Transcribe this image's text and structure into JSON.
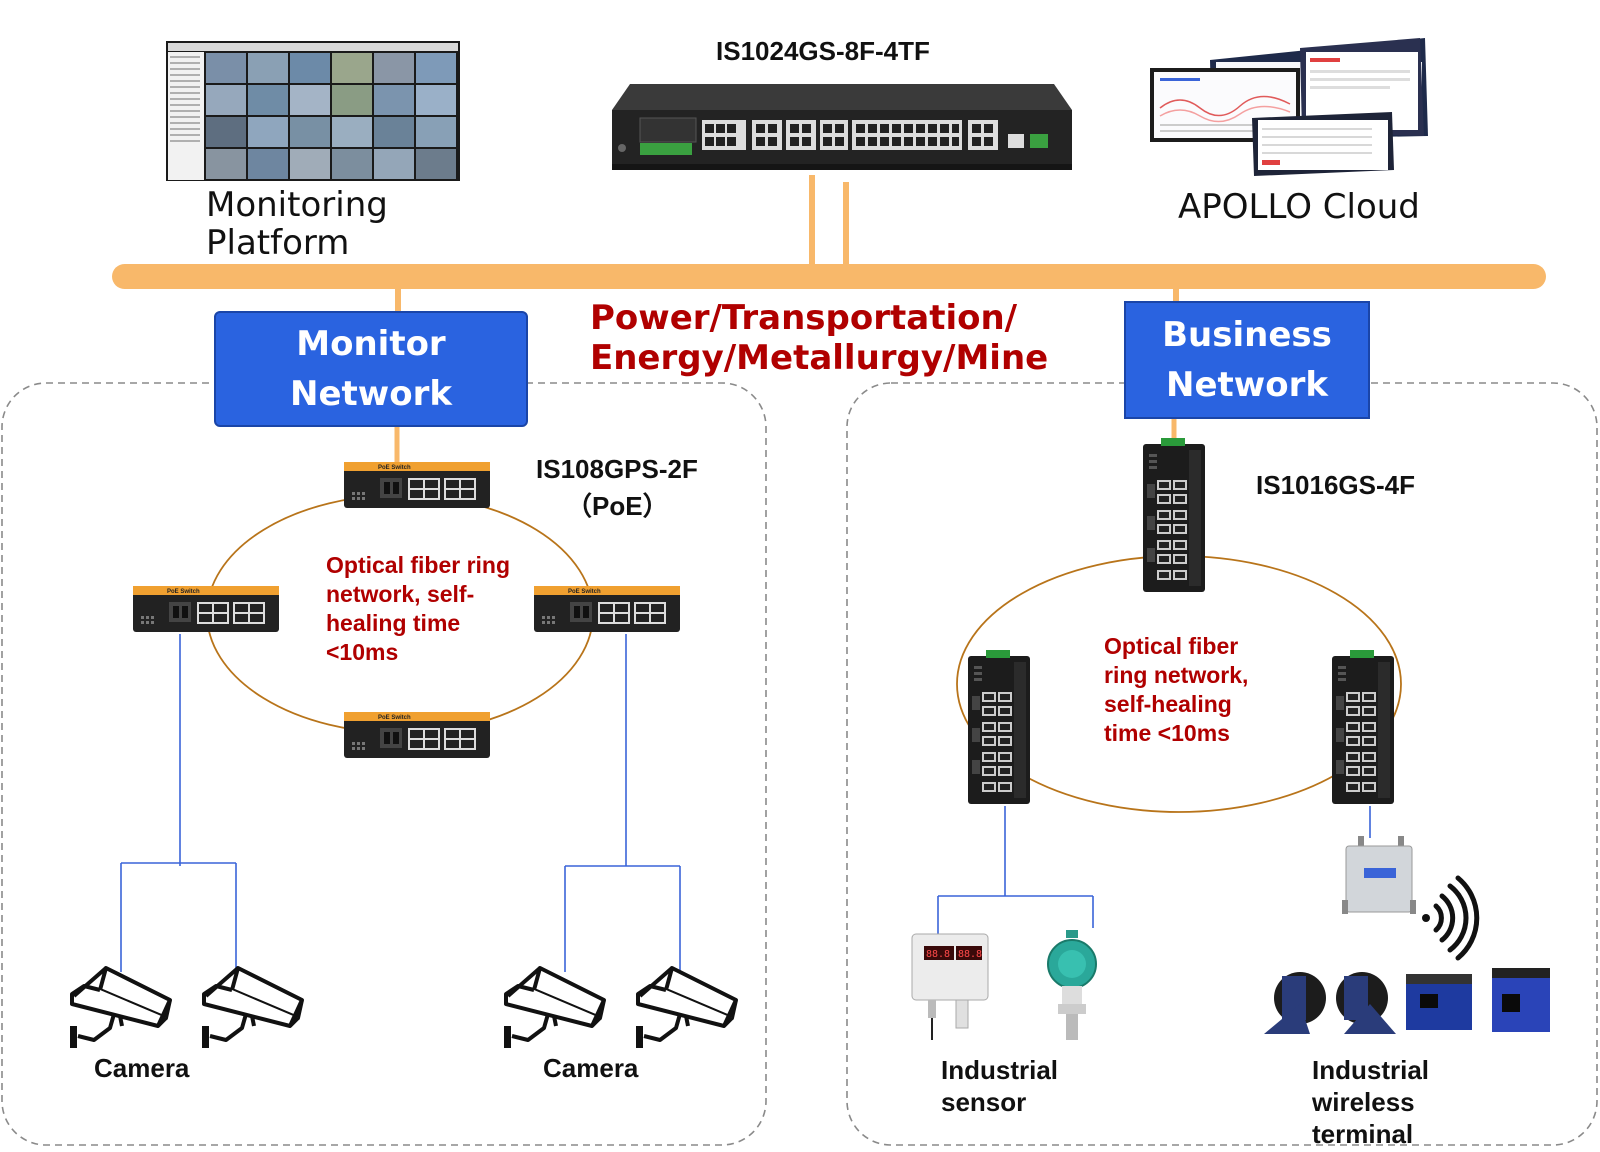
{
  "core_switch": {
    "model": "IS1024GS-8F-4TF"
  },
  "monitoring_platform": {
    "line1": "Monitoring",
    "line2": "Platform"
  },
  "cloud": {
    "label": "APOLLO Cloud"
  },
  "industries": {
    "line1": "Power/Transportation/",
    "line2": "Energy/Metallurgy/Mine"
  },
  "monitor_network": {
    "line1": "Monitor",
    "line2": "Network",
    "switch_model": "IS108GPS-2F",
    "switch_note": "（PoE）",
    "ring_text": [
      "Optical fiber ring",
      "network, self-",
      "healing time",
      "<10ms"
    ],
    "camera_label_left": "Camera",
    "camera_label_right": "Camera"
  },
  "business_network": {
    "line1": "Business",
    "line2": "Network",
    "switch_model": "IS1016GS-4F",
    "ring_text": [
      "Optical fiber",
      "ring network,",
      "self-healing",
      "time <10ms"
    ],
    "sensor_label": [
      "Industrial",
      "sensor"
    ],
    "wireless_label": [
      "Industrial",
      "wireless",
      "terminal"
    ]
  },
  "colors": {
    "backbone": "#f8b86a",
    "network_box": "#2a63e0",
    "ring_line": "#b8741a",
    "drop_line": "#3a64d8",
    "accent_text": "#b00000"
  }
}
